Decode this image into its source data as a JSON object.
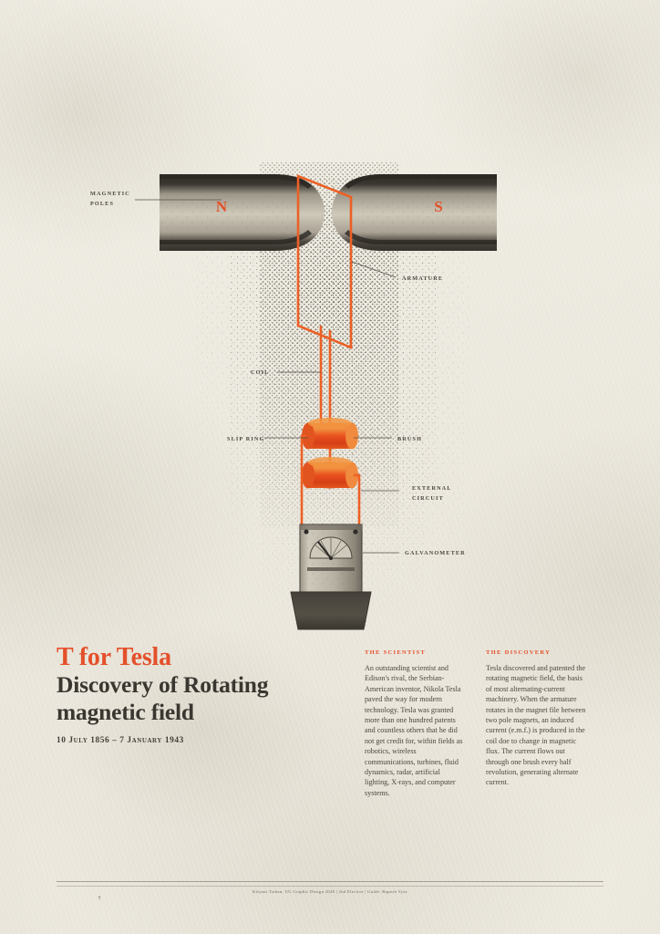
{
  "poster": {
    "background_color": "#efece3",
    "accent_color": "#e4502b",
    "ink_color": "#3b3833"
  },
  "headline": {
    "line_accent": "T for Tesla",
    "line_main_1": "Discovery of Rotating",
    "line_main_2": "magnetic field",
    "dates": "10 July 1856 – 7 January 1943"
  },
  "columns": [
    {
      "heading": "THE SCIENTIST",
      "body": "An outstanding scientist and Edison's rival, the Serbian-American inventor, Nikola Tesla paved the way for modern technology. Tesla was granted more than one hundred patents and countless others that he did not get credit for, within fields as robotics, wireless communications, turbines, fluid dynamics, radar, artificial lighting, X-rays, and computer systems."
    },
    {
      "heading": "THE DISCOVERY",
      "body": "Tesla discovered and patented the rotating magnetic field, the basis of most alternating-current machinery. When the armature rotates in the magnet file between two pole magnets, an induced current (e.m.f.) is produced in the coil doe to change in magnetic flux. The current flows out through one brush every half revolution, generating alternate current."
    }
  ],
  "diagram": {
    "pole_north": "N",
    "pole_south": "S",
    "labels": {
      "magnetic_poles_line1": "MAGNETIC",
      "magnetic_poles_line2": "POLES",
      "armature": "ARMATURE",
      "coil": "COIL",
      "slip_ring": "SLIP RING",
      "brush": "BRUSH",
      "external_circuit_line1": "EXTERNAL",
      "external_circuit_line2": "CIRCUIT",
      "galvanometer": "GALVANOMETER"
    }
  },
  "footer": {
    "credit": "Kilyani Tarhan, UG Graphic Design 2020 | 2nd Elective | Guide: Rupesh Vyas",
    "page_mark": "¶"
  }
}
